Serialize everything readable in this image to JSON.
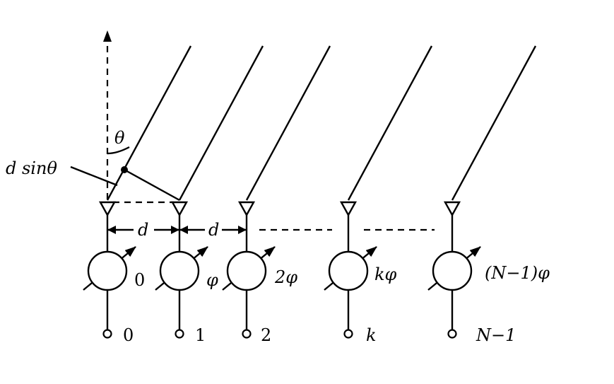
{
  "labels": {
    "theta": "θ",
    "d_sin_theta": "d sinθ",
    "spacing_1": "d",
    "spacing_2": "d"
  },
  "elements": [
    {
      "phase": "0",
      "index": "0"
    },
    {
      "phase": "φ",
      "index": "1"
    },
    {
      "phase": "2φ",
      "index": "2"
    },
    {
      "phase": "kφ",
      "index": "k"
    },
    {
      "phase": "(N−1)φ",
      "index": "N−1"
    }
  ]
}
